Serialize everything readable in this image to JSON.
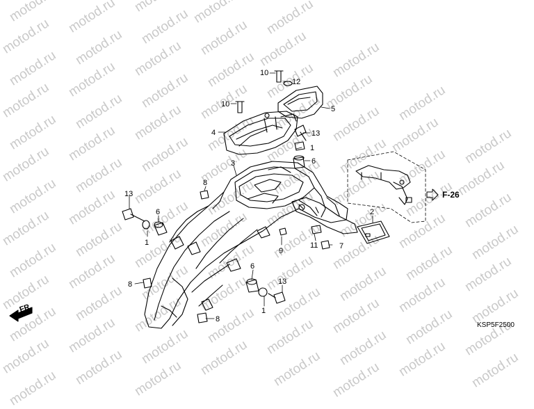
{
  "watermark": "motod.ru",
  "diagram_code": "KSP5F2500",
  "reference": "F-26",
  "direction": "FR.",
  "callouts": {
    "c10a": "10",
    "c12": "12",
    "c10b": "10",
    "c5": "5",
    "c4": "4",
    "c13a": "13",
    "c1a": "1",
    "c6a": "6",
    "c3": "3",
    "c8a": "8",
    "c13b": "13",
    "c6b": "6",
    "c1b": "1",
    "c2": "2",
    "c9": "9",
    "c11": "11",
    "c7": "7",
    "c6c": "6",
    "c13c": "13",
    "c8b": "8",
    "c1c": "1",
    "c8c": "8"
  }
}
